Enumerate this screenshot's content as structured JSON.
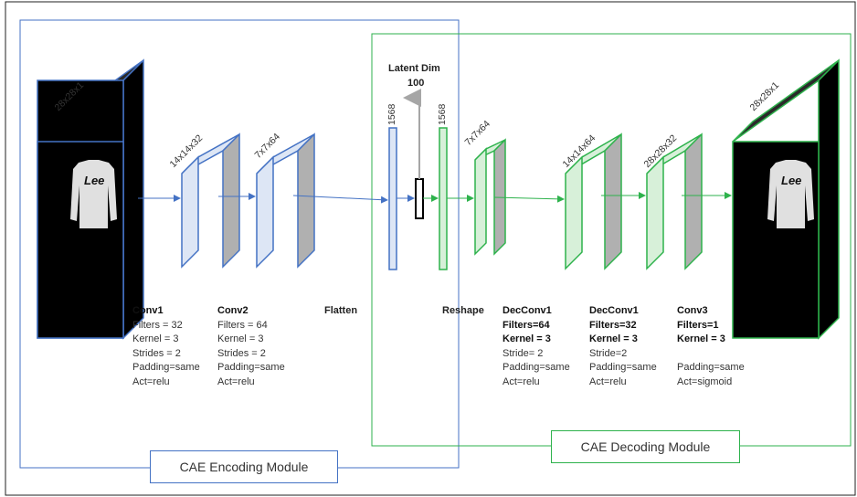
{
  "colors": {
    "encoder": "#4472C4",
    "decoder": "#2EB24C",
    "encoder_fill": "#dde6f5",
    "decoder_fill": "#d7f0d9",
    "dark_face": "#000000",
    "grey_face": "#b0b0b0",
    "latent_arrow": "#a6a6a6"
  },
  "modules": {
    "encoding": "CAE Encoding Module",
    "decoding": "CAE Decoding Module"
  },
  "latent": {
    "title": "Latent Dim",
    "value": "100"
  },
  "dims": {
    "input": "28x28x1",
    "conv1": "14x14x32",
    "conv2": "7x7x64",
    "flat_enc": "1568",
    "flat_dec": "1568",
    "reshape": "7x7x64",
    "deconv1": "14x14x64",
    "deconv2": "28x28x32",
    "output": "28x28x1"
  },
  "image_text": "Lee",
  "labels": {
    "flatten": "Flatten",
    "reshape": "Reshape"
  },
  "layers": {
    "conv1": {
      "name": "Conv1",
      "lines": [
        "Filters = 32",
        "Kernel = 3",
        "Strides = 2",
        "Padding=same",
        "Act=relu"
      ]
    },
    "conv2": {
      "name": "Conv2",
      "lines": [
        "Filters = 64",
        "Kernel = 3",
        "Strides = 2",
        "Padding=same",
        "Act=relu"
      ]
    },
    "decconv1a": {
      "name": "DecConv1",
      "bold_lines": [
        "Filters=64",
        "Kernel = 3"
      ],
      "lines": [
        "Stride= 2",
        "Padding=same",
        "Act=relu"
      ]
    },
    "decconv1b": {
      "name": "DecConv1",
      "bold_lines": [
        "Filters=32",
        "Kernel = 3"
      ],
      "lines": [
        "Stride=2",
        "Padding=same",
        "Act=relu"
      ]
    },
    "conv3": {
      "name": "Conv3",
      "bold_lines": [
        "Filters=1",
        "Kernel = 3"
      ],
      "lines": [
        "",
        "Padding=same",
        "Act=sigmoid"
      ]
    }
  }
}
